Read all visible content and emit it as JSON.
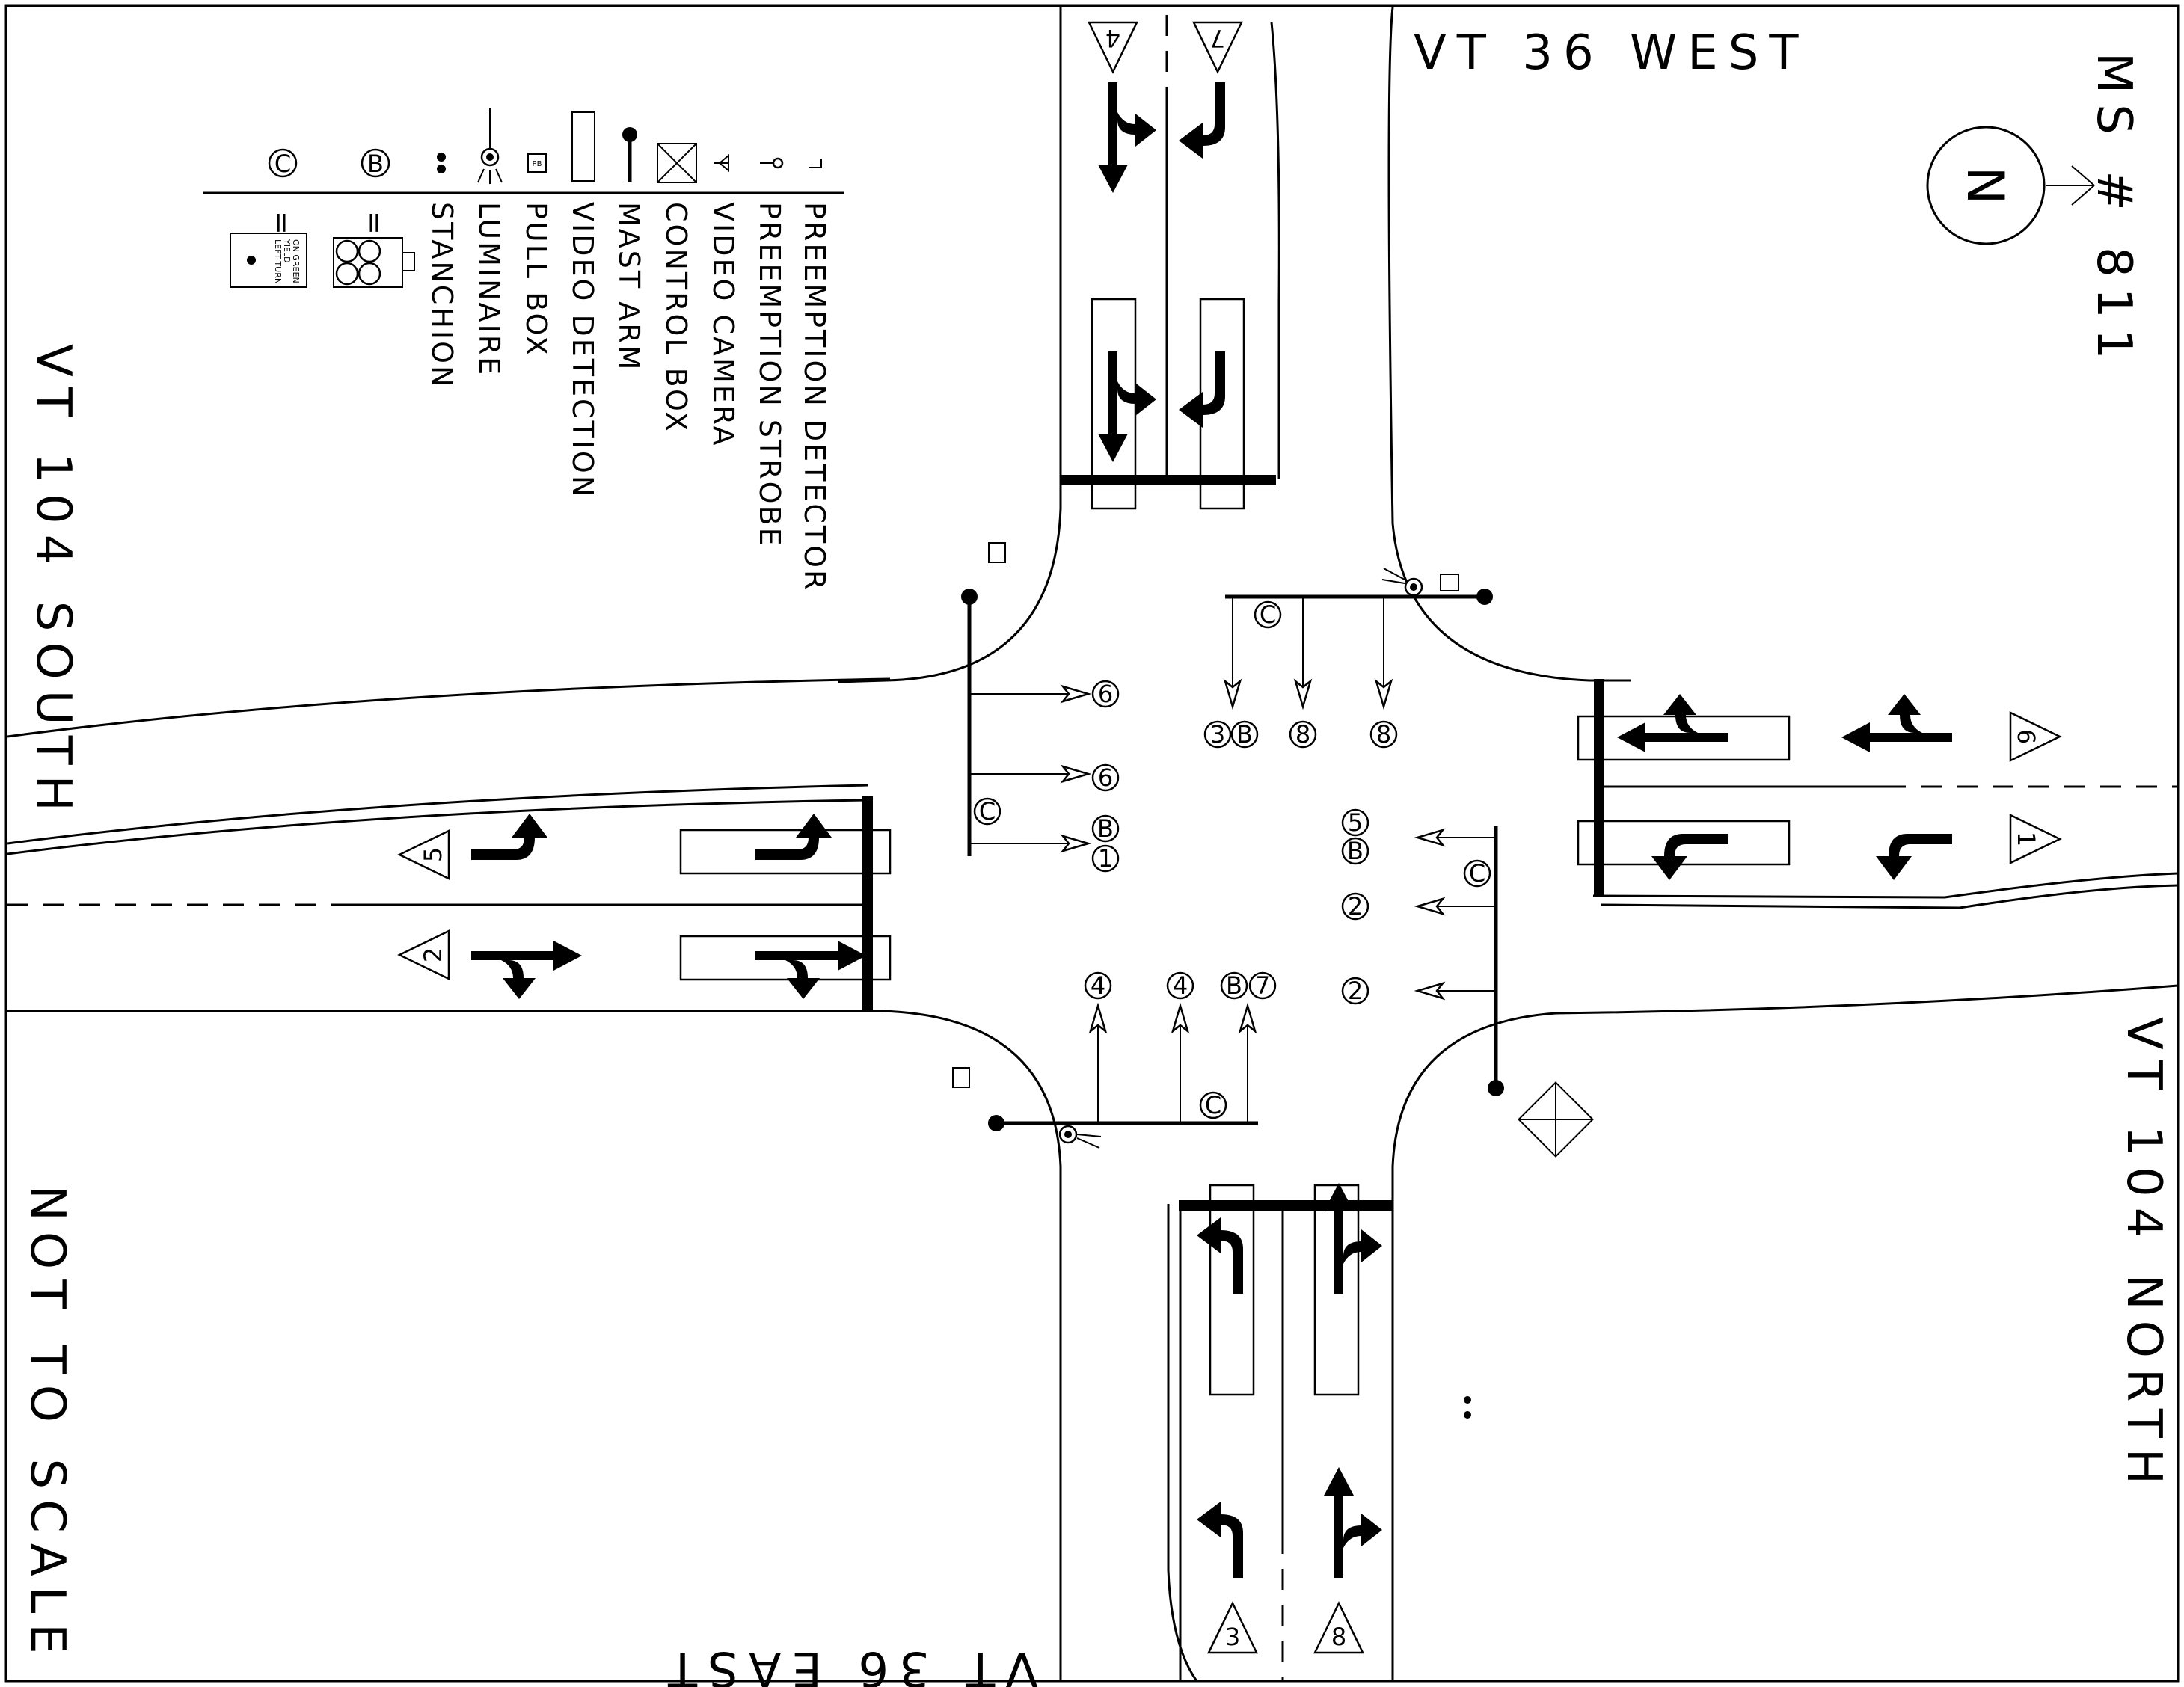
{
  "title": "MS # 811",
  "scale_note": "NOT TO SCALE",
  "north_label": "N",
  "streets": {
    "west": "VT 36 WEST",
    "east": "VT 36 EAST",
    "south": "VT 104 SOUTH",
    "north": "VT 104 NORTH"
  },
  "legend": [
    {
      "symbol": "preemption-detector",
      "label": "PREEMPTION DETECTOR"
    },
    {
      "symbol": "preemption-strobe",
      "label": "PREEMPTION STROBE"
    },
    {
      "symbol": "video-camera",
      "label": "VIDEO CAMERA"
    },
    {
      "symbol": "control-box",
      "label": "CONTROL BOX"
    },
    {
      "symbol": "mast-arm",
      "label": "MAST ARM"
    },
    {
      "symbol": "video-detection",
      "label": "VIDEO DETECTION"
    },
    {
      "symbol": "pull-box",
      "label": "PULL BOX"
    },
    {
      "symbol": "luminaire",
      "label": "LUMINAIRE"
    },
    {
      "symbol": "stanchion",
      "label": "STANCHION"
    },
    {
      "symbol": "signal-head-b",
      "label": "B",
      "eq": "="
    },
    {
      "symbol": "signal-head-c",
      "label": "C",
      "eq": "=",
      "sign_lines": [
        "LEFT TURN",
        "YIELD",
        "ON GREEN"
      ]
    }
  ],
  "pull_box_label": "PB",
  "phases": {
    "top_lanes": [
      "4",
      "7"
    ],
    "right_lanes": [
      "6",
      "1"
    ],
    "left_lanes": [
      "5",
      "2"
    ],
    "bottom_lanes": [
      "3",
      "8"
    ]
  },
  "heads": {
    "ne_arm": [
      "3",
      "B",
      "8",
      "8",
      "C"
    ],
    "nw_arm": [
      "6",
      "6",
      "1",
      "B",
      "C"
    ],
    "se_arm": [
      "5",
      "B",
      "2",
      "2",
      "C"
    ],
    "sw_arm": [
      "4",
      "4",
      "7",
      "B",
      "C"
    ]
  }
}
